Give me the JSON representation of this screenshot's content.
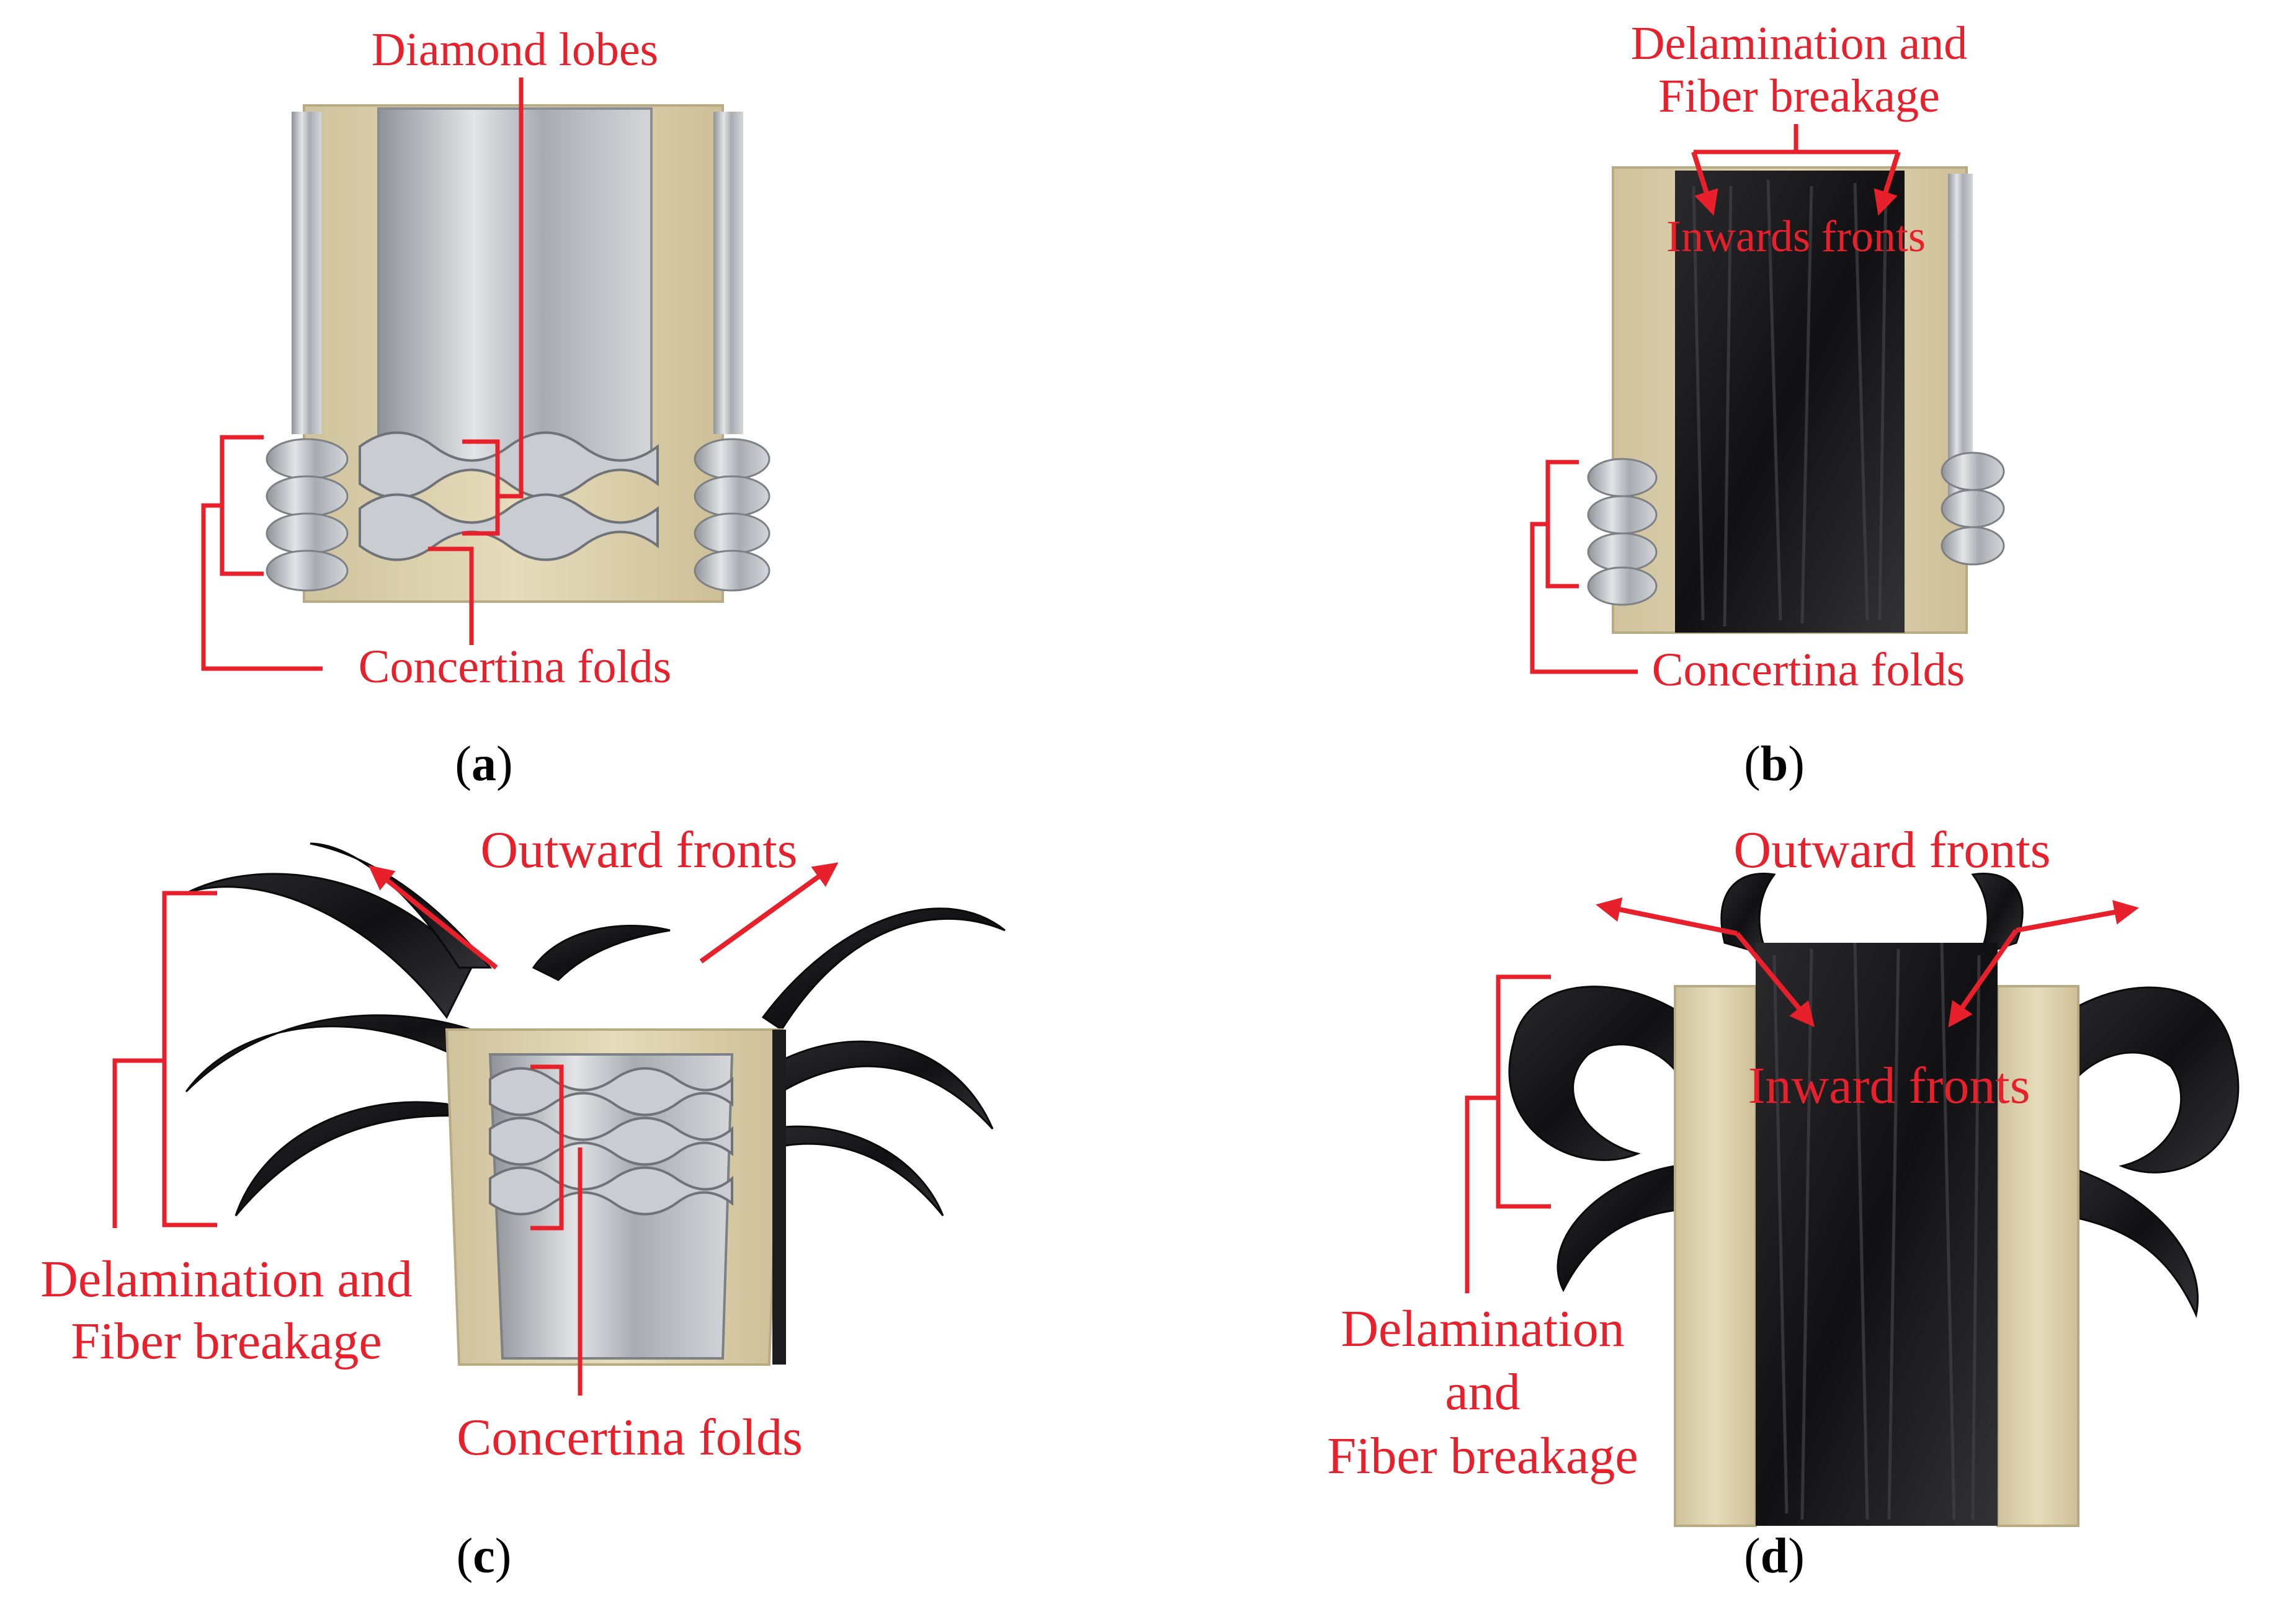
{
  "colors": {
    "annotation": "#e8202b",
    "foam": "#d9ceab",
    "aluminium": "#b9bcc0",
    "carbon_fiber": "#1c1c1e",
    "background": "#ffffff"
  },
  "panels": [
    {
      "id": "a",
      "caption_letter": "a",
      "labels": {
        "diamond_lobes": "Diamond lobes",
        "concertina_folds": "Concertina folds"
      }
    },
    {
      "id": "b",
      "caption_letter": "b",
      "labels": {
        "delamination_line1": "Delamination and",
        "delamination_line2": "Fiber breakage",
        "inwards_fronts": "Inwards  fronts",
        "concertina_folds": "Concertina folds"
      }
    },
    {
      "id": "c",
      "caption_letter": "c",
      "labels": {
        "outward_fronts": "Outward fronts",
        "delamination_line1": "Delamination and",
        "delamination_line2": "Fiber breakage",
        "concertina_folds": "Concertina folds"
      }
    },
    {
      "id": "d",
      "caption_letter": "d",
      "labels": {
        "outward_fronts": "Outward fronts",
        "inward_fronts": "Inward  fronts",
        "delamination_line1": "Delamination",
        "delamination_line2": "and",
        "delamination_line3": "Fiber breakage"
      }
    }
  ]
}
